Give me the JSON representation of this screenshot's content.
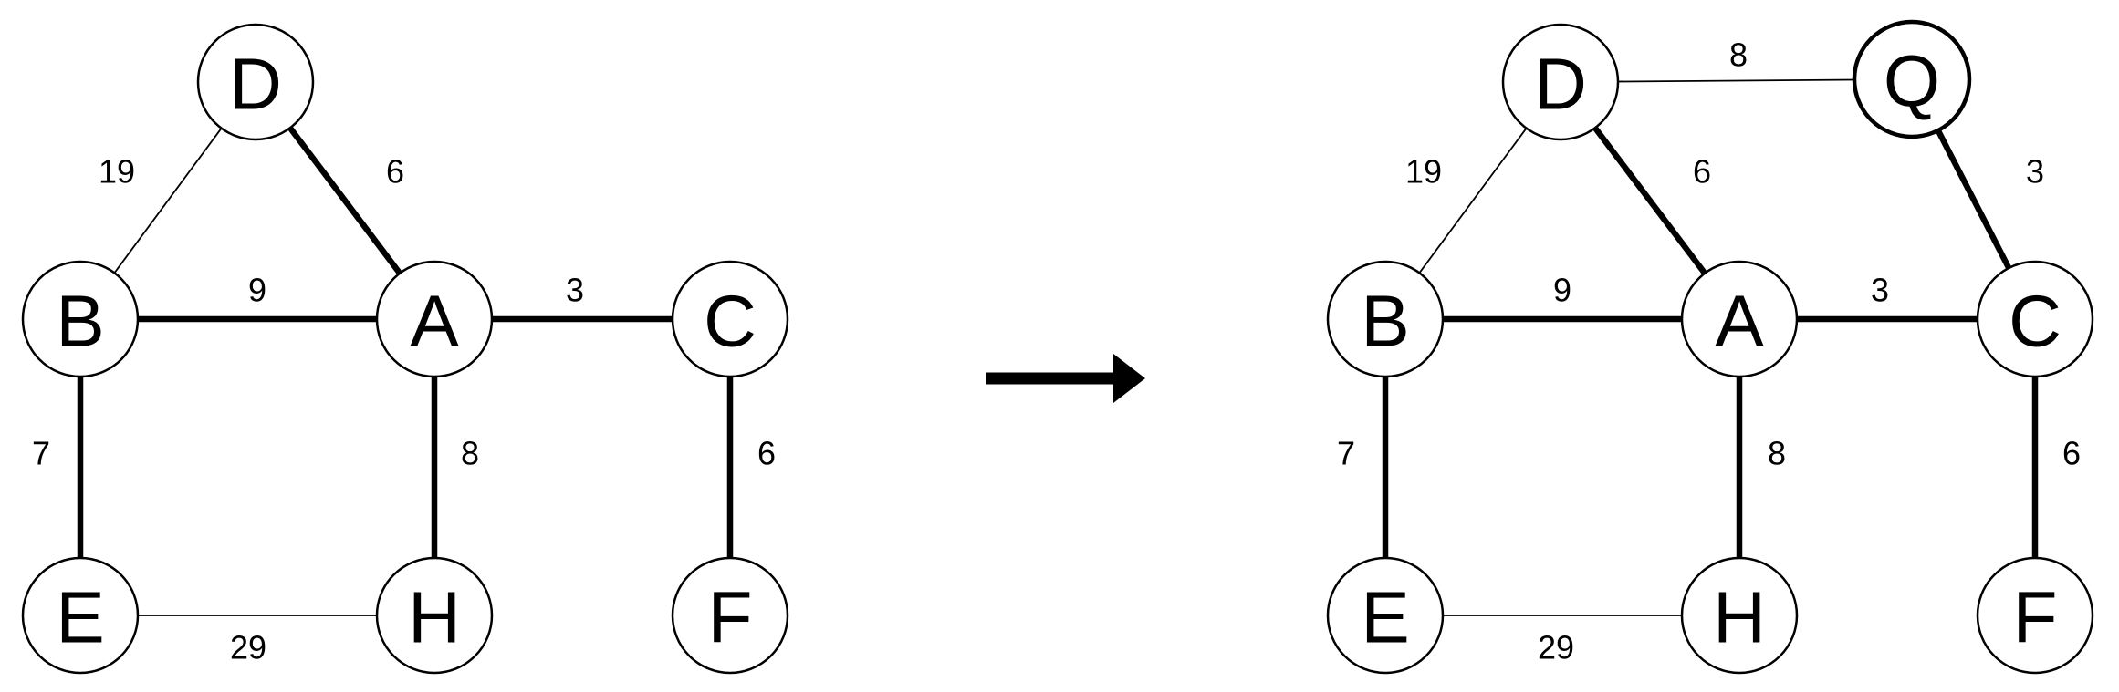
{
  "graphs": [
    {
      "nodes": [
        "D",
        "B",
        "A",
        "C",
        "E",
        "H",
        "F"
      ],
      "edges": [
        {
          "from": "D",
          "to": "B",
          "weight": "19",
          "selected": false
        },
        {
          "from": "D",
          "to": "A",
          "weight": "6",
          "selected": true
        },
        {
          "from": "B",
          "to": "A",
          "weight": "9",
          "selected": true
        },
        {
          "from": "A",
          "to": "C",
          "weight": "3",
          "selected": true
        },
        {
          "from": "B",
          "to": "E",
          "weight": "7",
          "selected": true
        },
        {
          "from": "A",
          "to": "H",
          "weight": "8",
          "selected": true
        },
        {
          "from": "C",
          "to": "F",
          "weight": "6",
          "selected": true
        },
        {
          "from": "E",
          "to": "H",
          "weight": "29",
          "selected": false
        }
      ]
    },
    {
      "nodes": [
        "D",
        "Q",
        "B",
        "A",
        "C",
        "E",
        "H",
        "F"
      ],
      "highlighted_node": "Q",
      "edges": [
        {
          "from": "D",
          "to": "Q",
          "weight": "8",
          "selected": false
        },
        {
          "from": "Q",
          "to": "C",
          "weight": "3",
          "selected": true
        },
        {
          "from": "D",
          "to": "B",
          "weight": "19",
          "selected": false
        },
        {
          "from": "D",
          "to": "A",
          "weight": "6",
          "selected": true
        },
        {
          "from": "B",
          "to": "A",
          "weight": "9",
          "selected": true
        },
        {
          "from": "A",
          "to": "C",
          "weight": "3",
          "selected": true
        },
        {
          "from": "B",
          "to": "E",
          "weight": "7",
          "selected": true
        },
        {
          "from": "A",
          "to": "H",
          "weight": "8",
          "selected": true
        },
        {
          "from": "C",
          "to": "F",
          "weight": "6",
          "selected": true
        },
        {
          "from": "E",
          "to": "H",
          "weight": "29",
          "selected": false
        }
      ]
    }
  ],
  "colors": {
    "stroke": "#000000",
    "fill": "#ffffff"
  }
}
